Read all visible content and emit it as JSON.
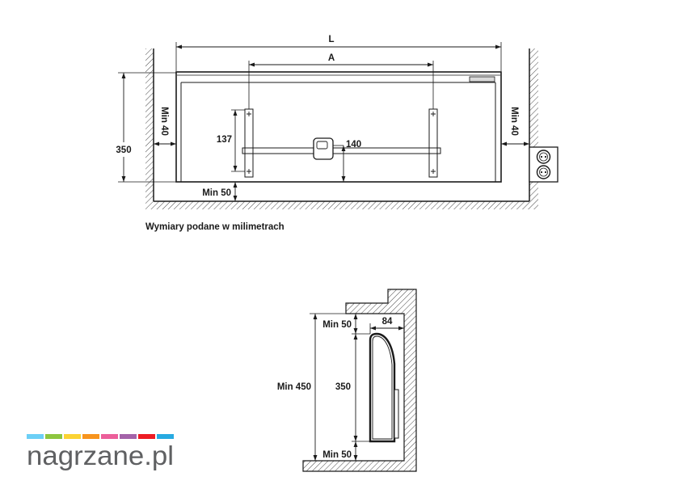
{
  "front_view": {
    "width_label": "L",
    "bracket_spacing_label": "A",
    "left_clearance": "Min 40",
    "right_clearance": "Min 40",
    "height": "350",
    "bracket_height": "137",
    "control_height": "140",
    "floor_clearance": "Min 50",
    "socket_icon": "power-outlet-icon"
  },
  "note": "Wymiary podane w milimetrach",
  "side_view": {
    "top_clearance": "Min 50",
    "depth": "84",
    "total_height": "Min 450",
    "height": "350",
    "floor_clearance": "Min 50"
  },
  "logo": {
    "text": "nagrzane.pl",
    "bar_colors": [
      "#6ccff6",
      "#8dc63f",
      "#fbd334",
      "#f7941d",
      "#ec5f9a",
      "#a463a9",
      "#ed1c24",
      "#27aae1"
    ]
  },
  "colors": {
    "line": "#1a1a1a",
    "text": "#1a1a1a",
    "logo_text": "#5f6062"
  }
}
